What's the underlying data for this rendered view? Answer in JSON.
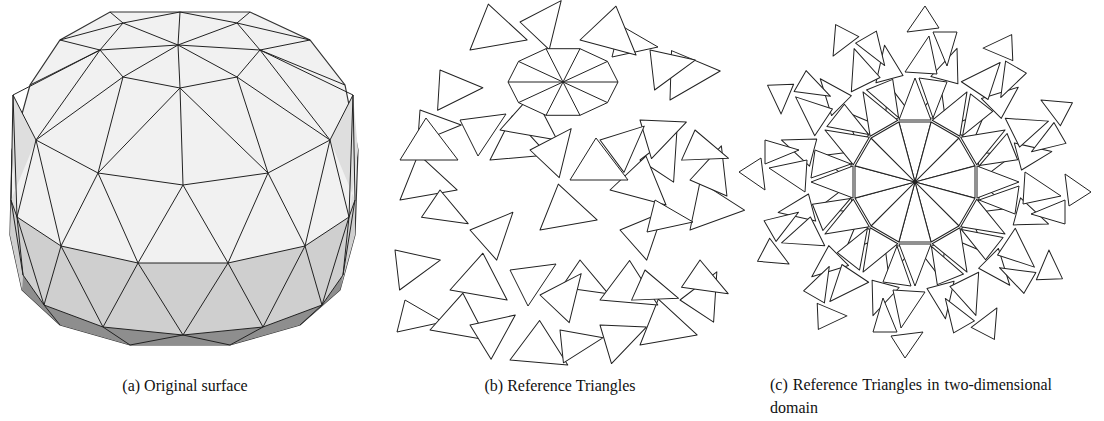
{
  "diagram": {
    "labels": [
      "(a) Original surface",
      "(b) Reference Triangles",
      "(c) Reference Triangles in two-dimensional domain"
    ]
  }
}
